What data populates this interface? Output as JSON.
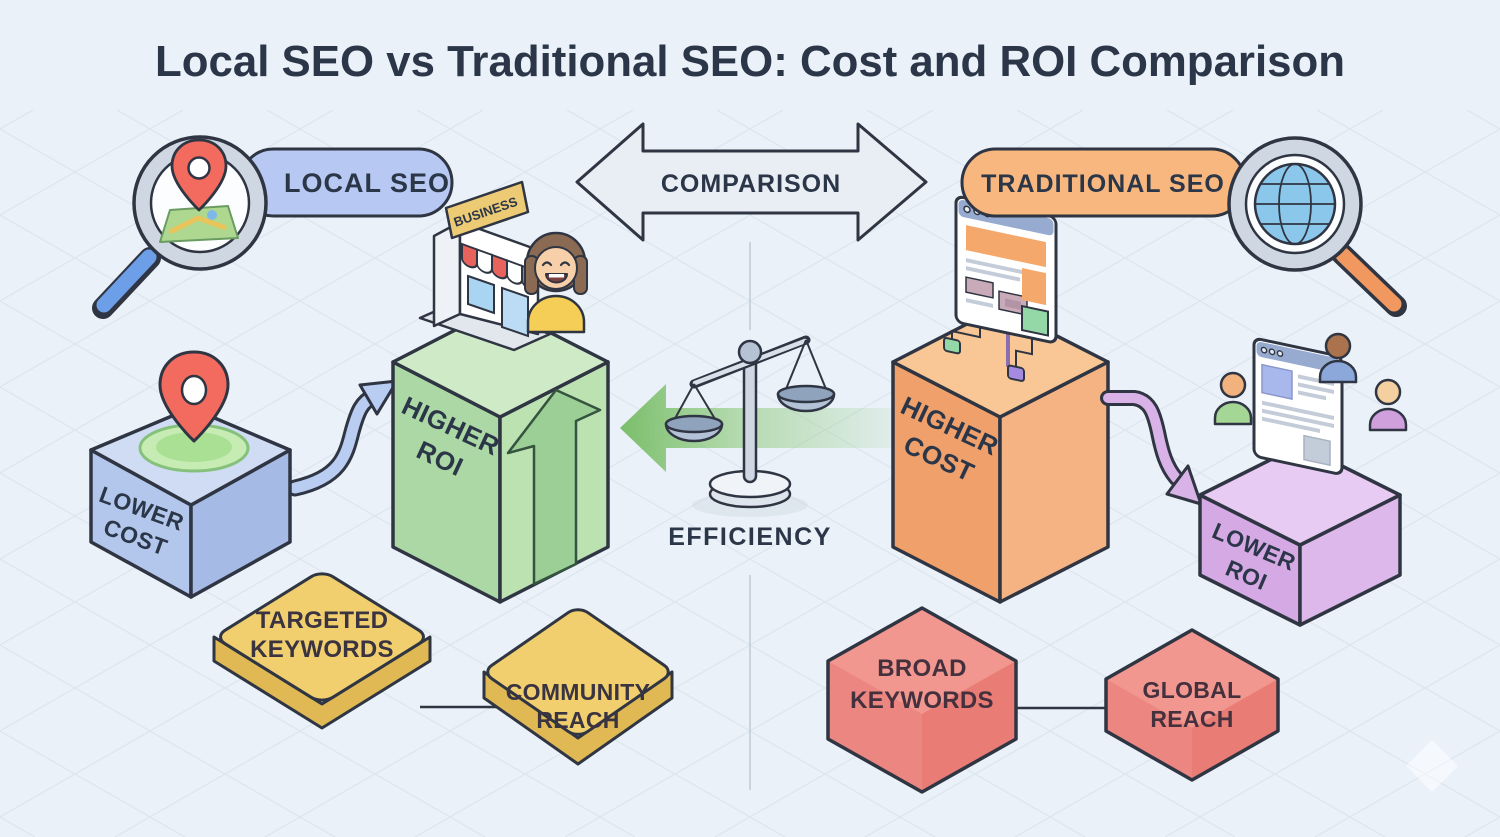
{
  "title": "Local SEO vs Traditional SEO: Cost and ROI Comparison",
  "header": {
    "local_badge": "LOCAL SEO",
    "comparison_label": "COMPARISON",
    "traditional_badge": "TRADITIONAL SEO"
  },
  "local": {
    "cost_cube": {
      "line1": "LOWER",
      "line2": "COST"
    },
    "roi_pillar": {
      "line1": "HIGHER",
      "line2": "ROI"
    },
    "storefront_sign": "BUSINESS",
    "keywords_tag": {
      "line1": "TARGETED",
      "line2": "KEYWORDS"
    },
    "reach_tag": {
      "line1": "COMMUNITY",
      "line2": "REACH"
    }
  },
  "center": {
    "efficiency_label": "EFFICIENCY"
  },
  "traditional": {
    "cost_pillar": {
      "line1": "HIGHER",
      "line2": "COST"
    },
    "roi_cube": {
      "line1": "LOWER",
      "line2": "ROI"
    },
    "keywords_tag": {
      "line1": "BROAD",
      "line2": "KEYWORDS"
    },
    "reach_tag": {
      "line1": "GLOBAL",
      "line2": "REACH"
    }
  },
  "colors": {
    "background": "#eaf1f8",
    "title_text": "#2b3648",
    "outline": "#2f3542",
    "local_accent": "#b7c9f2",
    "traditional_accent": "#f7b77e",
    "lower_cost_cube": "#b3c6ec",
    "higher_roi_pillar": "#abd8a4",
    "higher_cost_pillar": "#f0a06a",
    "lower_roi_cube": "#d5a9e3",
    "local_tag": "#f1cf6f",
    "traditional_tag": "#ef8d86",
    "efficiency_arrow": "#86c472",
    "pin_red": "#f26b5e",
    "globe_blue": "#8ac7ea"
  }
}
